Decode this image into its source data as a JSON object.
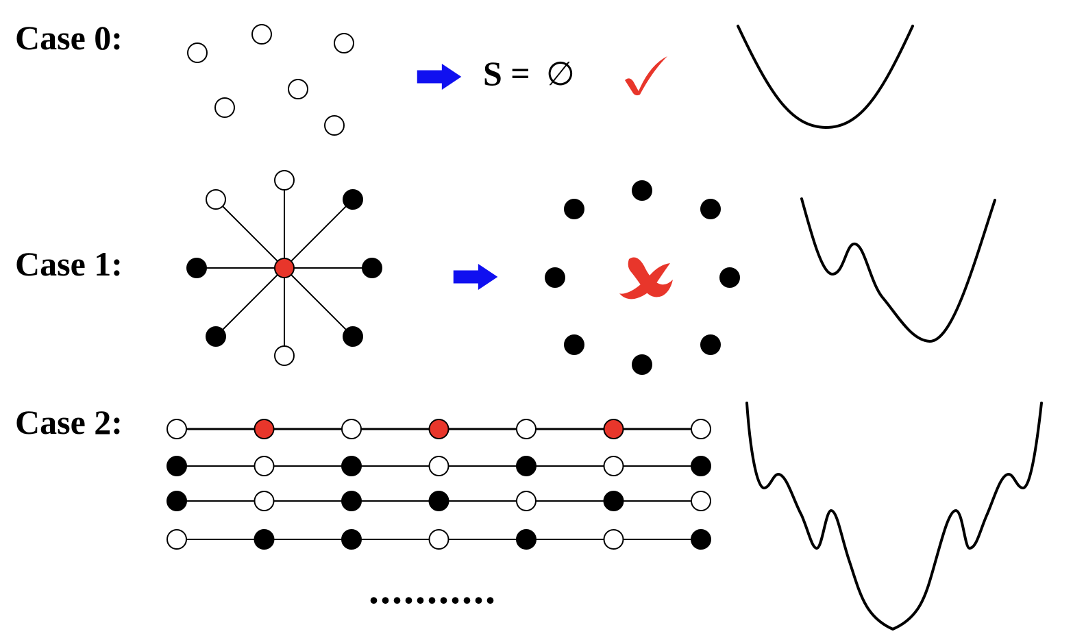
{
  "colors": {
    "arrow": "#1010f0",
    "red": "#e8362b",
    "ink": "#000000"
  },
  "case0": {
    "label": "Case 0:",
    "result": "S =",
    "empty_symbol": "∅",
    "mark_icon": "check-mark-icon"
  },
  "case1": {
    "label": "Case 1:",
    "mark_icon": "x-mark-icon",
    "spokes": [
      "open",
      "open",
      "filled",
      "filled",
      "filled",
      "filled",
      "open",
      "filled"
    ]
  },
  "case2": {
    "label": "Case 2:",
    "rows": [
      [
        "open",
        "red",
        "open",
        "red",
        "open",
        "red",
        "open"
      ],
      [
        "filled",
        "open",
        "filled",
        "open",
        "filled",
        "open",
        "filled"
      ],
      [
        "filled",
        "open",
        "filled",
        "filled",
        "open",
        "filled",
        "open"
      ],
      [
        "open",
        "filled",
        "filled",
        "open",
        "filled",
        "open",
        "filled"
      ]
    ],
    "ellipsis": "..........."
  }
}
